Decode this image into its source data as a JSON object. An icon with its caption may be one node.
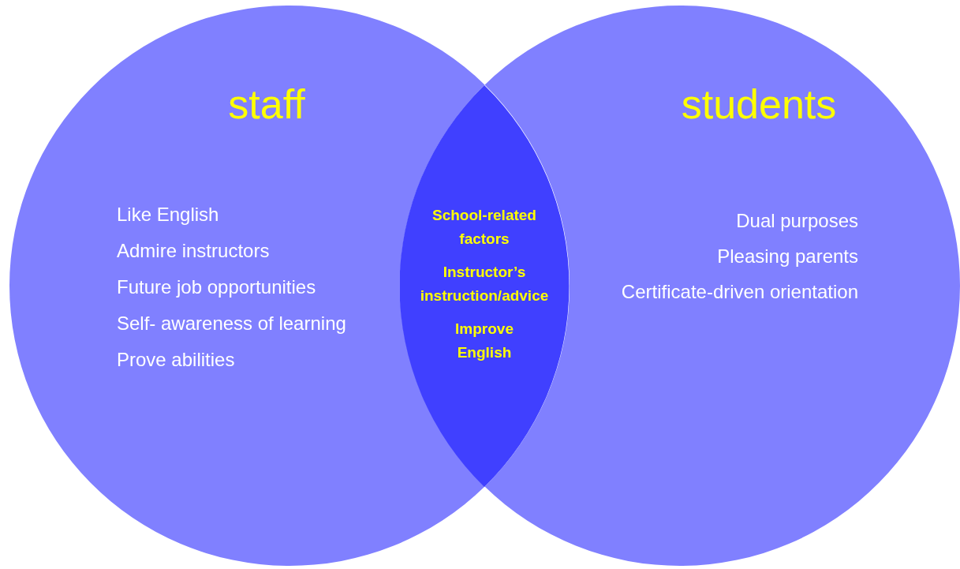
{
  "diagram": {
    "nodes": [
      {
        "text": [
          "staff",
          "Like English",
          "Admire instructors",
          "Future job opportunities",
          "Self- awareness of learning",
          "Prove abilities"
        ]
      },
      {
        "text": [
          "students",
          "Dual purposes",
          "Pleasing parents",
          "Certificate-driven orientation"
        ]
      },
      {
        "text": [
          "School-related factors",
          "Instructor’s instruction/advice",
          "Improve English"
        ]
      }
    ],
    "edges": []
  }
}
